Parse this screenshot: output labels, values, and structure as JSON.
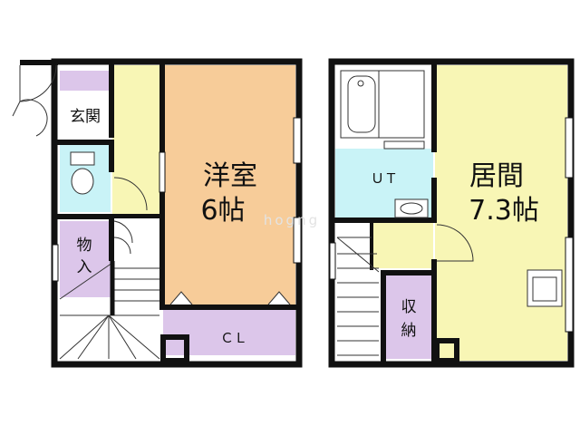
{
  "floor1": {
    "genkan": "玄関",
    "monoire": "物入",
    "room_name": "洋室",
    "room_size": "6帖",
    "closet": "ＣＬ"
  },
  "floor2": {
    "room_name": "居間",
    "room_size": "7.3帖",
    "ut": "ＵＴ",
    "shuno": "収納"
  },
  "watermark": "hogng",
  "colors": {
    "wall": "#111111",
    "room_orange": "#f7cc99",
    "hall_yellow": "#f8f6b5",
    "storage_purple": "#dcc6ea",
    "bath_blue": "#c9f3f7"
  }
}
